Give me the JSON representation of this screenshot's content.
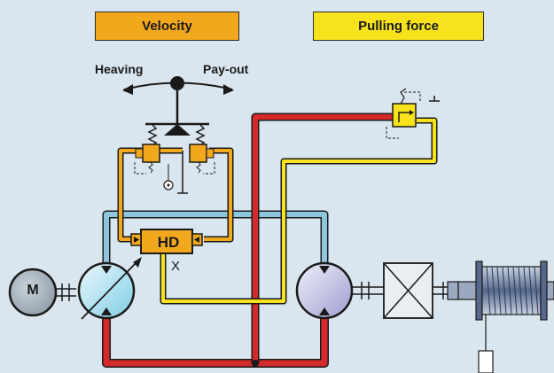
{
  "labels": {
    "velocity": "Velocity",
    "pulling_force": "Pulling force",
    "heaving": "Heaving",
    "pay_out": "Pay-out",
    "hd": "HD",
    "x_port": "X",
    "motor": "M"
  },
  "colors": {
    "background": "#d9e6ef",
    "velocity_fill": "#f2a81d",
    "pulling_fill": "#f7e21b",
    "pressure_line": "#d42a2a",
    "control_line": "#f2a81d",
    "pilot_line": "#f7e21b",
    "return_line": "#8ec6de",
    "pump_fill": "#bfe6f2",
    "motor_fill": "#c9c9e6",
    "winch_drum": "#7a8fb0"
  }
}
